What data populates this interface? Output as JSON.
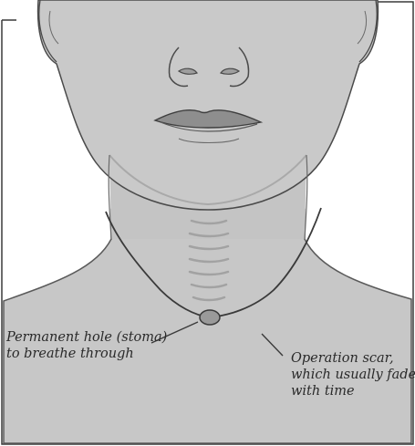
{
  "figure": {
    "colors": {
      "skin": "#c7c7c7",
      "skin_shadow": "#b3b3b3",
      "outline": "#4a4a4a",
      "background": "#ffffff",
      "stoma": "#9a9a9a"
    }
  },
  "labels": {
    "stoma": {
      "line1": "Permanent hole (stoma)",
      "line2": "to breathe through"
    },
    "scar": {
      "line1": "Operation scar,",
      "line2": "which usually fades",
      "line3": "with time"
    }
  }
}
